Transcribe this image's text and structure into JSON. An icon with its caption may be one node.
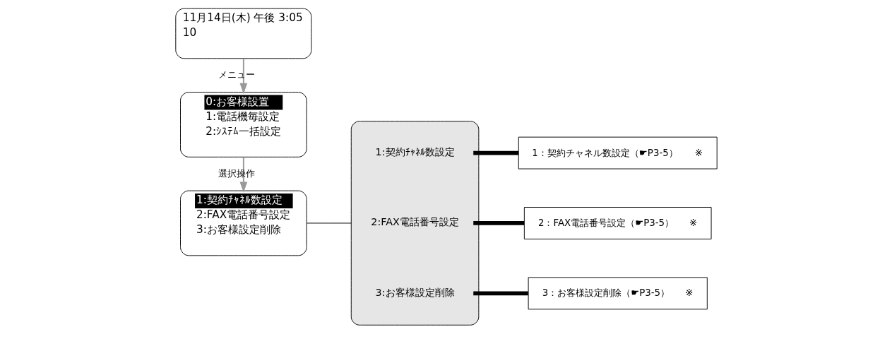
{
  "diagram": {
    "nodes": [
      {
        "text": [
          "11月14日(木) 午後 3:05",
          "10"
        ]
      },
      {
        "text": [
          "0:お客様設置",
          "1:電話機毎設定",
          "2:ｼｽﾃﾑ一括設定"
        ]
      },
      {
        "text": [
          "1:契約ﾁｬﾈﾙ数設定",
          "2:FAX電話番号設定",
          "3:お客様設定削除"
        ]
      },
      {
        "text": [],
        "shape": "box"
      },
      {
        "text": [
          "1:契約ﾁｬﾈﾙ数設定"
        ],
        "in": 3
      },
      {
        "text": [
          "2:FAX電話番号設定"
        ],
        "in": 3
      },
      {
        "text": [
          "3:お客様設定削除"
        ],
        "in": 3
      },
      {
        "text": [
          "1：契約チャネル数設定（☛P3-5）",
          "※"
        ]
      },
      {
        "text": [
          "2：FAX電話番号設定（☛P3-5）",
          "※"
        ]
      },
      {
        "text": [
          "3：お客様設定削除（☛P3-5）",
          "※"
        ]
      }
    ],
    "edges": [
      {
        "from": 0,
        "to": 1,
        "arrow": "to",
        "label": "メニュー",
        "color": "#999999"
      },
      {
        "from": 1,
        "to": 2,
        "arrow": "to",
        "label": "選択操作",
        "color": "#999999"
      },
      {
        "from": 2,
        "to": 3,
        "arrow": "none"
      },
      {
        "from": 4,
        "to": 7,
        "arrow": "none",
        "style": "thick"
      },
      {
        "from": 5,
        "to": 8,
        "arrow": "none",
        "style": "thick"
      },
      {
        "from": 6,
        "to": 9,
        "arrow": "none",
        "style": "thick"
      }
    ]
  }
}
